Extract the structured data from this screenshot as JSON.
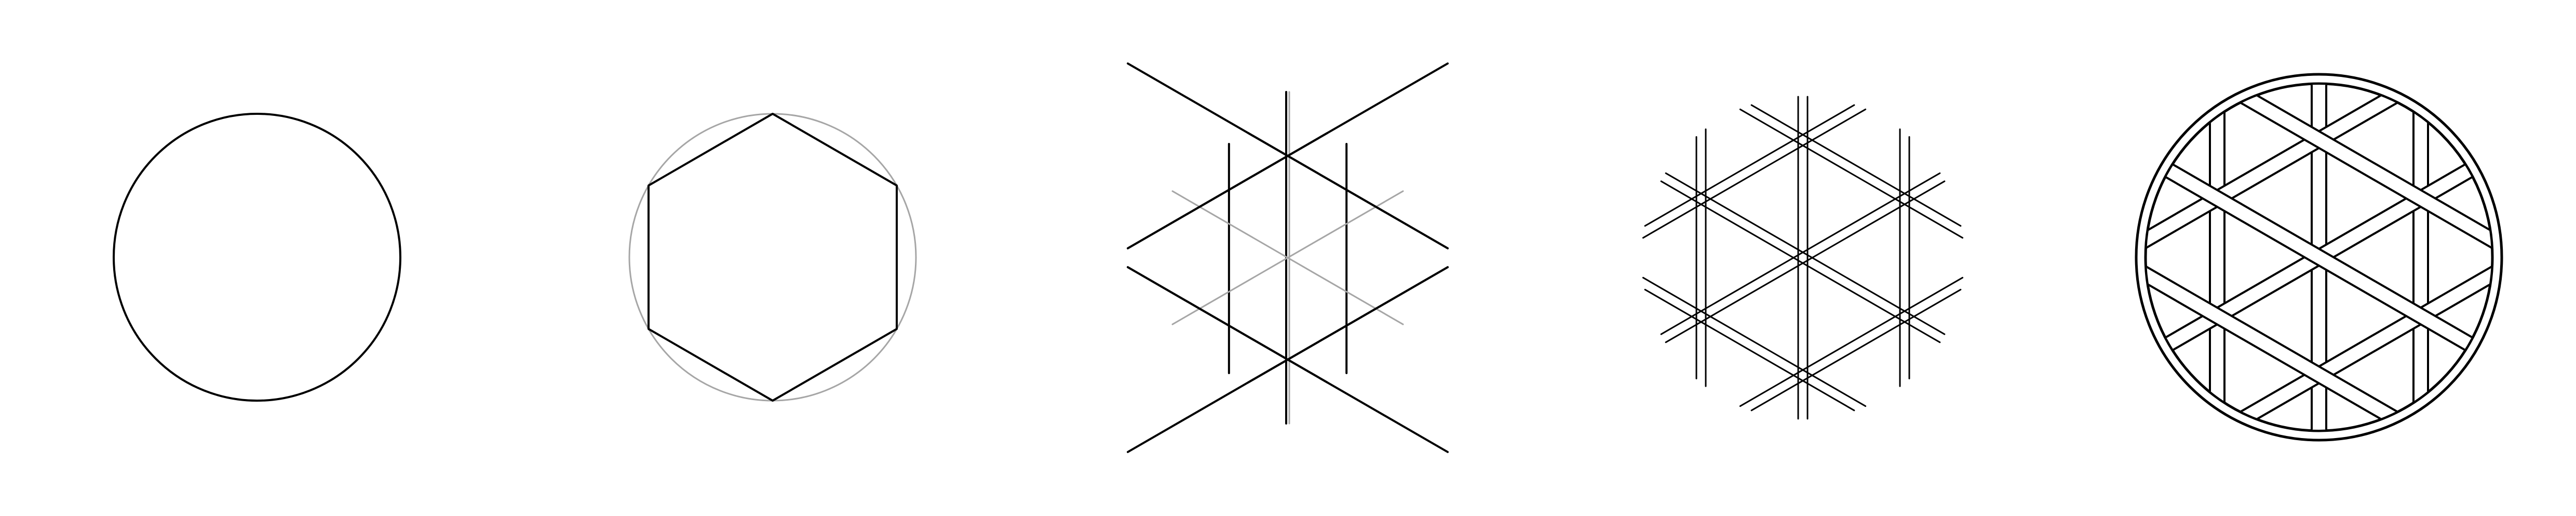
{
  "diagram": {
    "colors": {
      "background": "#ffffff",
      "primary_stroke": "#000000",
      "guide_stroke": "#a6a6a6"
    },
    "steps": [
      {
        "id": "circle",
        "description_shape": "circle"
      },
      {
        "id": "hexagon-in-circle",
        "description_shape": "hexagon-with-guide-circle"
      },
      {
        "id": "hexagram-grid",
        "description_shape": "triangular-line-grid"
      },
      {
        "id": "double-line-grid",
        "description_shape": "doubled-triangular-grid"
      },
      {
        "id": "kagome-weave-medallion",
        "description_shape": "woven-kagome-in-ring"
      }
    ]
  }
}
